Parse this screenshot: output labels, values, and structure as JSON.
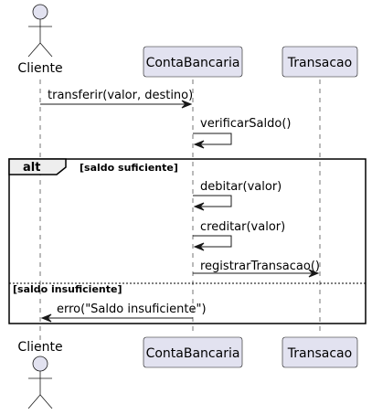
{
  "participants": {
    "cliente": {
      "label": "Cliente",
      "kind": "actor"
    },
    "conta": {
      "label": "ContaBancaria",
      "kind": "participant"
    },
    "transacao": {
      "label": "Transacao",
      "kind": "participant"
    }
  },
  "messages": {
    "m1": {
      "label": "transferir(valor, destino)",
      "from": "cliente",
      "to": "conta"
    },
    "m2": {
      "label": "verificarSaldo()",
      "from": "conta",
      "to": "conta"
    },
    "m3": {
      "label": "debitar(valor)",
      "from": "conta",
      "to": "conta"
    },
    "m4": {
      "label": "creditar(valor)",
      "from": "conta",
      "to": "conta"
    },
    "m5": {
      "label": "registrarTransacao()",
      "from": "conta",
      "to": "transacao"
    },
    "m6": {
      "label": "erro(\"Saldo insuficiente\")",
      "from": "conta",
      "to": "cliente"
    }
  },
  "fragment": {
    "keyword": "alt",
    "guard_main": "[saldo suficiente]",
    "guard_else": "[saldo insuficiente]"
  },
  "colors": {
    "participant_fill": "#E2E2F0",
    "line": "#181818",
    "fragment_tab_fill": "#EEEEEE"
  }
}
